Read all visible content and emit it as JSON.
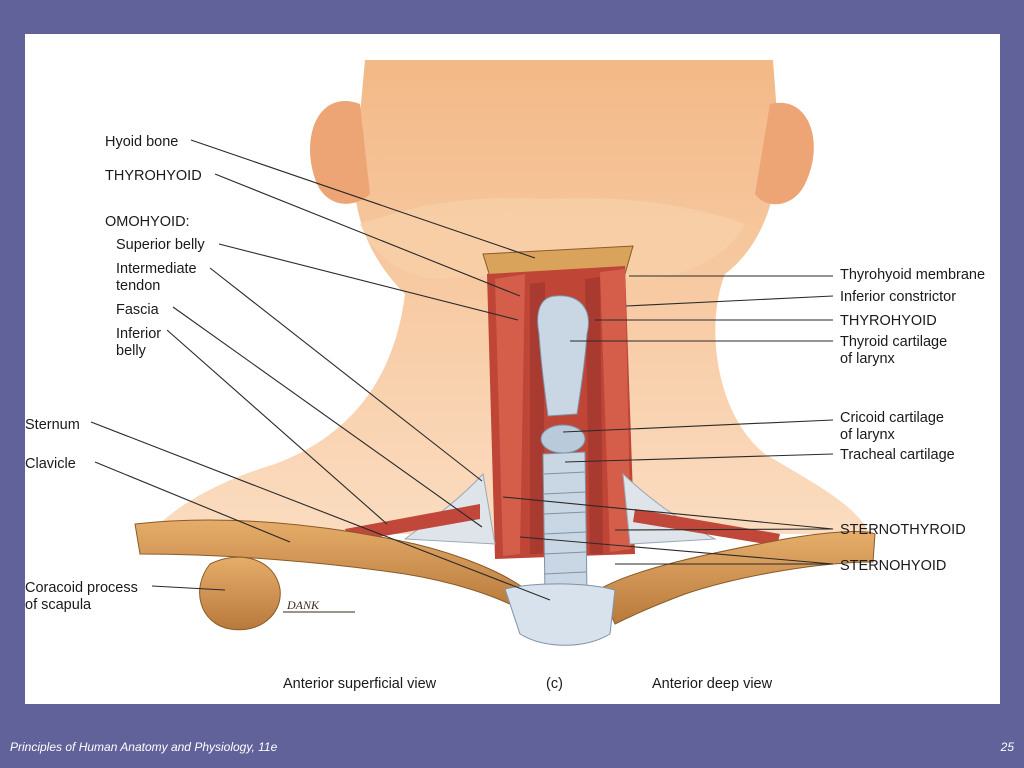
{
  "left_labels": {
    "hyoid_bone": "Hyoid bone",
    "thyrohyoid": "THYROHYOID",
    "omohyoid": "OMOHYOID:",
    "superior_belly": "Superior belly",
    "intermediate_tendon": [
      "Intermediate",
      "tendon"
    ],
    "fascia": "Fascia",
    "inferior_belly": [
      "Inferior",
      "belly"
    ],
    "sternum": "Sternum",
    "clavicle": "Clavicle",
    "coracoid_process": [
      "Coracoid process",
      "of scapula"
    ]
  },
  "right_labels": {
    "thyrohyoid_membrane": "Thyrohyoid membrane",
    "inferior_constrictor": "Inferior constrictor",
    "thyrohyoid": "THYROHYOID",
    "thyroid_cartilage": [
      "Thyroid cartilage",
      "of larynx"
    ],
    "cricoid_cartilage": [
      "Cricoid cartilage",
      "of larynx"
    ],
    "tracheal_cartilage": "Tracheal cartilage",
    "sternothyroid": "STERNOTHYROID",
    "sternohyoid": "STERNOHYOID"
  },
  "captions": {
    "superficial": "Anterior superficial view",
    "panel": "(c)",
    "deep": "Anterior deep view"
  },
  "signature": "DANK",
  "footer": {
    "title": "Principles of Human Anatomy and Physiology, 11e",
    "page": "25"
  },
  "colors": {
    "background": "#62629a",
    "skin": "#f5c79b",
    "muscle": "#c2483a",
    "bone": "#d99a55",
    "cartilage": "#c9d7e4"
  }
}
